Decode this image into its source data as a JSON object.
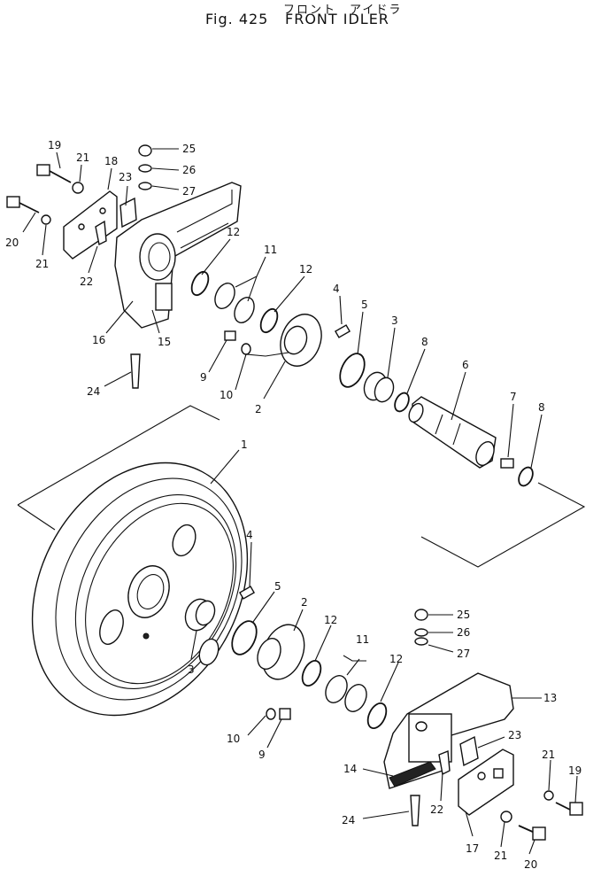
{
  "title": {
    "japanese": "フロント　アイドラ",
    "fig_number": "Fig. 425",
    "name": "FRONT IDLER"
  },
  "callouts": [
    {
      "id": "19a",
      "label": "19"
    },
    {
      "id": "21a",
      "label": "21"
    },
    {
      "id": "18",
      "label": "18"
    },
    {
      "id": "20a",
      "label": "20"
    },
    {
      "id": "21b",
      "label": "21"
    },
    {
      "id": "22a",
      "label": "22"
    },
    {
      "id": "23a",
      "label": "23"
    },
    {
      "id": "25a",
      "label": "25"
    },
    {
      "id": "26a",
      "label": "26"
    },
    {
      "id": "27a",
      "label": "27"
    },
    {
      "id": "12a",
      "label": "12"
    },
    {
      "id": "11a",
      "label": "11"
    },
    {
      "id": "12b",
      "label": "12"
    },
    {
      "id": "16",
      "label": "16"
    },
    {
      "id": "15",
      "label": "15"
    },
    {
      "id": "24a",
      "label": "24"
    },
    {
      "id": "9a",
      "label": "9"
    },
    {
      "id": "10a",
      "label": "10"
    },
    {
      "id": "2a",
      "label": "2"
    },
    {
      "id": "4a",
      "label": "4"
    },
    {
      "id": "5a",
      "label": "5"
    },
    {
      "id": "3a",
      "label": "3"
    },
    {
      "id": "8a",
      "label": "8"
    },
    {
      "id": "6",
      "label": "6"
    },
    {
      "id": "7",
      "label": "7"
    },
    {
      "id": "8b",
      "label": "8"
    },
    {
      "id": "1",
      "label": "1"
    },
    {
      "id": "4b",
      "label": "4"
    },
    {
      "id": "5b",
      "label": "5"
    },
    {
      "id": "2b",
      "label": "2"
    },
    {
      "id": "3b",
      "label": "3"
    },
    {
      "id": "12c",
      "label": "12"
    },
    {
      "id": "11b",
      "label": "11"
    },
    {
      "id": "12d",
      "label": "12"
    },
    {
      "id": "25b",
      "label": "25"
    },
    {
      "id": "26b",
      "label": "26"
    },
    {
      "id": "27b",
      "label": "27"
    },
    {
      "id": "13",
      "label": "13"
    },
    {
      "id": "10b",
      "label": "10"
    },
    {
      "id": "9b",
      "label": "9"
    },
    {
      "id": "23b",
      "label": "23"
    },
    {
      "id": "14",
      "label": "14"
    },
    {
      "id": "21c",
      "label": "21"
    },
    {
      "id": "19b",
      "label": "19"
    },
    {
      "id": "24b",
      "label": "24"
    },
    {
      "id": "22b",
      "label": "22"
    },
    {
      "id": "17",
      "label": "17"
    },
    {
      "id": "21d",
      "label": "21"
    },
    {
      "id": "20b",
      "label": "20"
    }
  ]
}
